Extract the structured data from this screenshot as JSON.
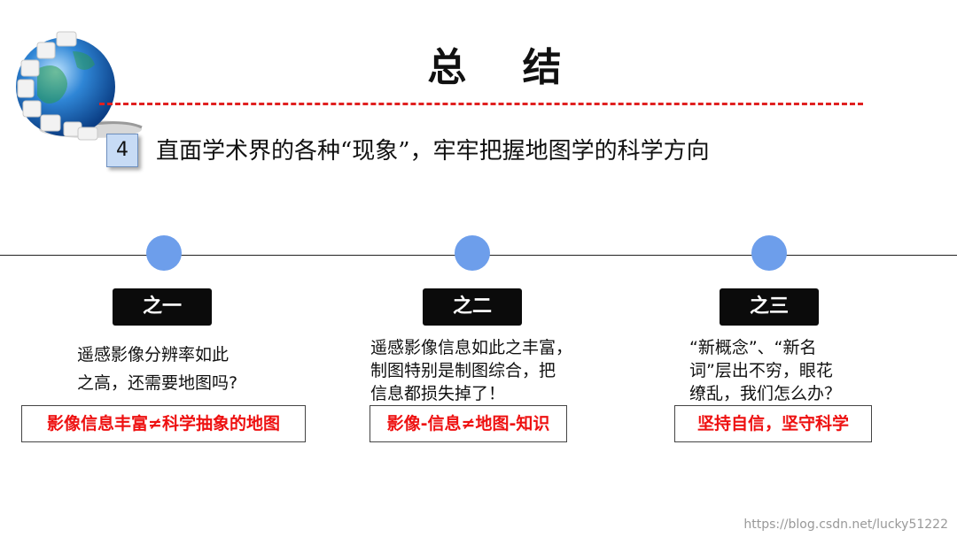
{
  "slide": {
    "title": "总 结",
    "number": "4",
    "subtitle": "直面学术界的各种“现象”，牢牢把握地图学的科学方向"
  },
  "sections": [
    {
      "tag": "之一",
      "desc_lines": [
        "遥感影像分辨率如此",
        "之高，还需要地图吗?"
      ],
      "conclusion": "影像信息丰富≠科学抽象的地图"
    },
    {
      "tag": "之二",
      "desc_lines": [
        "遥感影像信息如此之丰富，",
        "制图特别是制图综合，把",
        "信息都损失掉了！"
      ],
      "conclusion": "影像-信息≠地图-知识"
    },
    {
      "tag": "之三",
      "desc_lines": [
        "“新概念”、“新名",
        "词”层出不穷，眼花",
        "缭乱，我们怎么办？"
      ],
      "conclusion": "坚持自信，坚守科学"
    }
  ],
  "footer": {
    "watermark": "https://blog.csdn.net/lucky51222"
  },
  "colors": {
    "dot": "#6d9eeb",
    "dashed_line": "#e02020",
    "conclusion_text": "#e11111",
    "tag_bg": "#0b0b0b"
  },
  "icons": {
    "logo": "puzzle-globe-icon"
  }
}
